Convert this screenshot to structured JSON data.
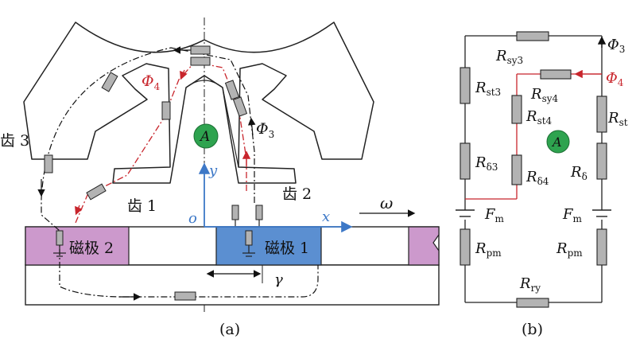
{
  "figure_a": {
    "caption": "(a)",
    "tooth_labels": {
      "tooth1": "齿 1",
      "tooth2": "齿 2",
      "tooth3": "齿 3"
    },
    "pole_labels": {
      "pole1": "磁极 1",
      "pole2": "磁极 2"
    },
    "axis_labels": {
      "x": "x",
      "y": "y",
      "origin": "o"
    },
    "angle_label": "γ",
    "speed_label": "ω",
    "region_label": "A",
    "flux_labels": {
      "phi3": {
        "base": "Φ",
        "sub": "3"
      },
      "phi4": {
        "base": "Φ",
        "sub": "4"
      }
    }
  },
  "figure_b": {
    "caption": "(b)",
    "region_label": "A",
    "flux_labels": {
      "phi3": {
        "base": "Φ",
        "sub": "3"
      },
      "phi4": {
        "base": "Φ",
        "sub": "4"
      }
    },
    "resistors": {
      "rsy3": {
        "base": "R",
        "sub": "sy3"
      },
      "rst3": {
        "base": "R",
        "sub": "st3"
      },
      "rsy4": {
        "base": "R",
        "sub": "sy4"
      },
      "rst4": {
        "base": "R",
        "sub": "st4"
      },
      "rst": {
        "base": "R",
        "sub": "st"
      },
      "rd3": {
        "base": "R",
        "sub": "δ3"
      },
      "rd4": {
        "base": "R",
        "sub": "δ4"
      },
      "rd": {
        "base": "R",
        "sub": "δ"
      },
      "rpm_left": {
        "base": "R",
        "sub": "pm"
      },
      "rpm_right": {
        "base": "R",
        "sub": "pm"
      },
      "rry": {
        "base": "R",
        "sub": "ry"
      }
    },
    "sources": {
      "fm_left": {
        "base": "F",
        "sub": "m"
      },
      "fm_right": {
        "base": "F",
        "sub": "m"
      }
    }
  },
  "colors": {
    "resistor_fill": "#b3b3b3",
    "pole_magenta": "#cc99cc",
    "pole_blue": "#5b8fd1",
    "axis_blue": "#3d78c7",
    "flux_red": "#c8252c",
    "region_green": "#2ea34f",
    "branch_red": "#c8252c"
  }
}
